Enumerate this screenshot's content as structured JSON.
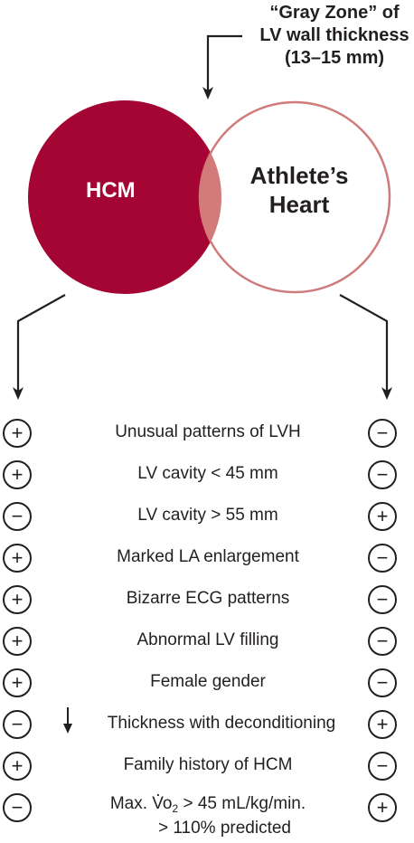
{
  "gray_zone": {
    "line1": "“Gray Zone” of",
    "line2": "LV wall thickness",
    "line3": "(13–15 mm)"
  },
  "circles": {
    "left_label": "HCM",
    "right_label_line1": "Athlete’s",
    "right_label_line2": "Heart"
  },
  "colors": {
    "hcm": "#a50533",
    "overlap": "#d27b7a",
    "athlete_outline": "#cf7b7b",
    "ink": "#231f20"
  },
  "rows": [
    {
      "label": "Unusual patterns of LVH",
      "hcm": "+",
      "athlete": "−"
    },
    {
      "label": "LV cavity < 45 mm",
      "hcm": "+",
      "athlete": "−"
    },
    {
      "label": "LV cavity > 55 mm",
      "hcm": "−",
      "athlete": "+"
    },
    {
      "label": "Marked LA enlargement",
      "hcm": "+",
      "athlete": "−"
    },
    {
      "label": "Bizarre ECG patterns",
      "hcm": "+",
      "athlete": "−"
    },
    {
      "label": "Abnormal LV filling",
      "hcm": "+",
      "athlete": "−"
    },
    {
      "label": "Female gender",
      "hcm": "+",
      "athlete": "−"
    },
    {
      "label": "Thickness with deconditioning",
      "hcm": "−",
      "athlete": "+"
    },
    {
      "label": "Family history of HCM",
      "hcm": "+",
      "athlete": "−"
    },
    {
      "label": "Max. Vo2 > 45 mL/kg/min.",
      "hcm": "−",
      "athlete": "+"
    }
  ],
  "last_row": {
    "prefix": "Max. ",
    "v": "V",
    "o": "o",
    "sub": "2",
    "suffix": " > 45 mL/kg/min.",
    "line2": "> 110% predicted"
  }
}
